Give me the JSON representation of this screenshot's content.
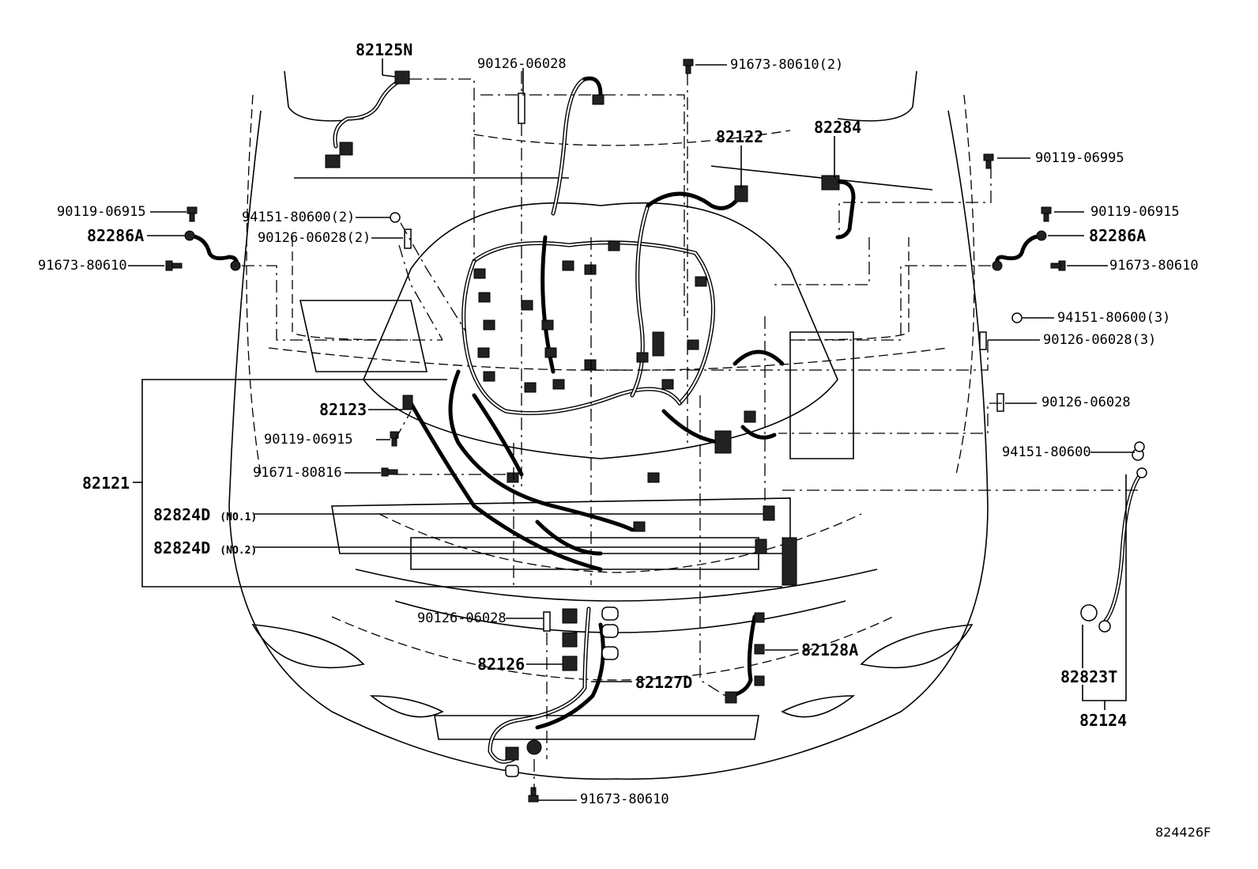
{
  "diagram": {
    "part_labels": {
      "p82125N": "82125N",
      "p90126_06028_top": "90126-06028",
      "p91673_80610_2": "91673-80610(2)",
      "p82122": "82122",
      "p82284": "82284",
      "p90119_06995": "90119-06995",
      "p90119_06915_left": "90119-06915",
      "p82286A_left": "82286A",
      "p91673_80610_left": "91673-80610",
      "p94151_80600_2": "94151-80600(2)",
      "p90126_06028_2": "90126-06028(2)",
      "p90119_06915_right": "90119-06915",
      "p82286A_right": "82286A",
      "p91673_80610_right": "91673-80610",
      "p94151_80600_3": "94151-80600(3)",
      "p90126_06028_3": "90126-06028(3)",
      "p90126_06028_right": "90126-06028",
      "p94151_80600": "94151-80600",
      "p82123": "82123",
      "p90119_06915_mid": "90119-06915",
      "p91671_80816": "91671-80816",
      "p82121": "82121",
      "p82824D_1": "82824D",
      "p82824D_1_note": "(NO.1)",
      "p82824D_2": "82824D",
      "p82824D_2_note": "(NO.2)",
      "p90126_06028_low": "90126-06028",
      "p82126": "82126",
      "p82127D": "82127D",
      "p82128A": "82128A",
      "p82823T": "82823T",
      "p82124": "82124",
      "p91673_80610_bottom": "91673-80610"
    },
    "figure_code": "824426F"
  }
}
